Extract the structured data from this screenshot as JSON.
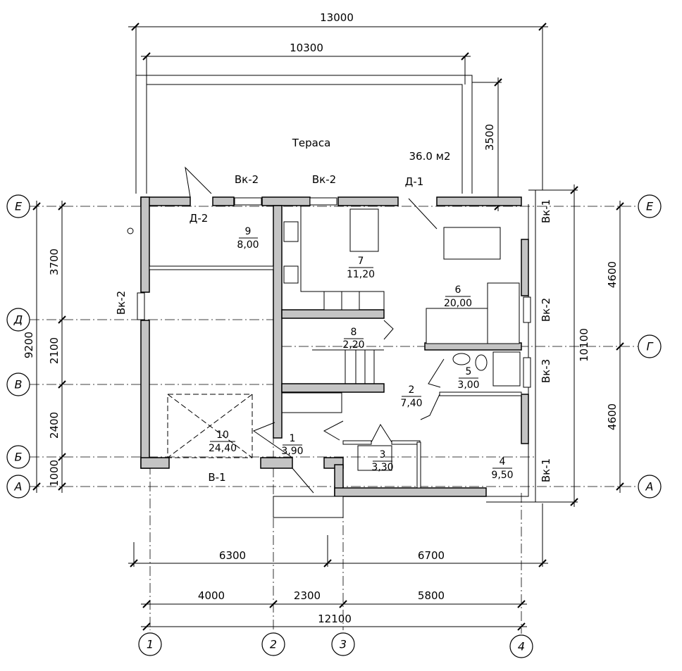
{
  "dimensions": {
    "overall_top": "13000",
    "terrace_width": "10300",
    "terrace_depth": "3500",
    "left_total": "9200",
    "left_segments": [
      "3700",
      "2100",
      "2400",
      "1000"
    ],
    "right_total": "10100",
    "right_segments": [
      "4600",
      "4600"
    ],
    "bottom_row1": [
      "6300",
      "6700"
    ],
    "bottom_row2": [
      "4000",
      "2300",
      "5800"
    ],
    "bottom_total": "12100"
  },
  "axes": {
    "vertical": [
      "1",
      "2",
      "3",
      "4"
    ],
    "left": [
      "Е",
      "Д",
      "В",
      "Б",
      "А"
    ],
    "right": [
      "Е",
      "Г",
      "А"
    ]
  },
  "terrace": {
    "name": "Тераса",
    "area": "36.0 м2"
  },
  "openings": {
    "d2": "Д-2",
    "d1": "Д-1",
    "vk2_top_a": "Вк-2",
    "vk2_top_b": "Вк-2",
    "vk1_right_top": "Вк-1",
    "vk2_right": "Вк-2",
    "vk3_right": "Вк-3",
    "vk1_right_bottom": "Вк-1",
    "vk2_left": "Вк-2",
    "v1": "В-1"
  },
  "rooms": [
    {
      "num": "1",
      "area": "3,90"
    },
    {
      "num": "2",
      "area": "7,40"
    },
    {
      "num": "3",
      "area": "3,30"
    },
    {
      "num": "4",
      "area": "9,50"
    },
    {
      "num": "5",
      "area": "3,00"
    },
    {
      "num": "6",
      "area": "20,00"
    },
    {
      "num": "7",
      "area": "11,20"
    },
    {
      "num": "8",
      "area": "2,20"
    },
    {
      "num": "9",
      "area": "8,00"
    },
    {
      "num": "10",
      "area": "24,40"
    }
  ]
}
